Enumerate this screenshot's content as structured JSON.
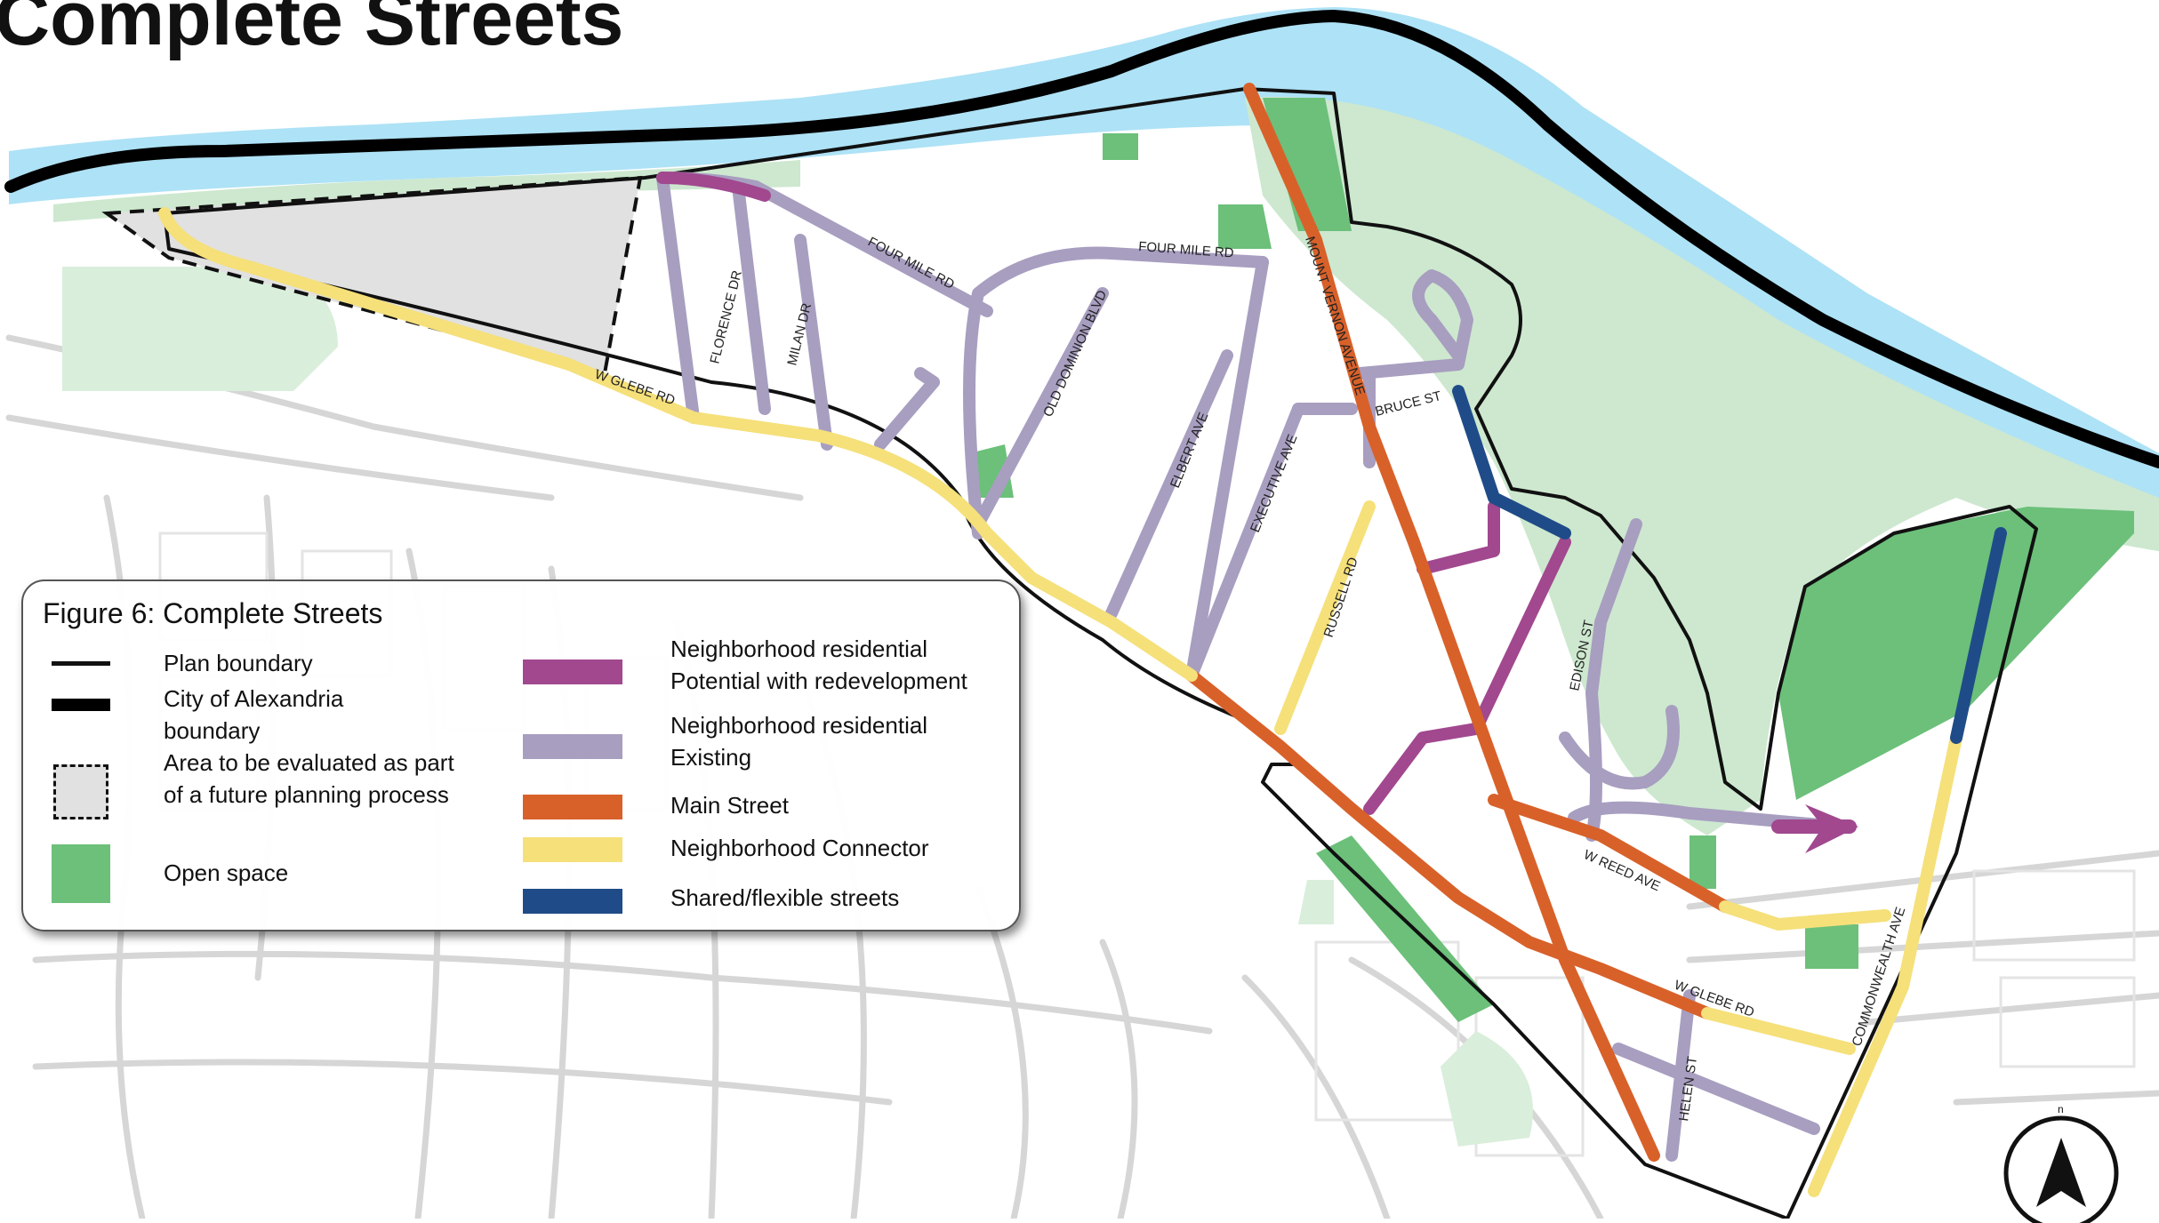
{
  "title": "Complete Streets",
  "legend": {
    "title": "Figure 6: Complete Streets",
    "items": [
      {
        "label": "Plan boundary",
        "kind": "thin-line"
      },
      {
        "label": "City of Alexandria boundary",
        "kind": "thick-line"
      },
      {
        "label": "Area to be evaluated as part of a future planning process",
        "kind": "dashed-box"
      },
      {
        "label": "Open space",
        "kind": "green-box"
      },
      {
        "label": "Neighborhood residential Potential with redevelopment",
        "kind": "bar",
        "color": "#a1488f"
      },
      {
        "label": "Neighborhood residential Existing",
        "kind": "bar",
        "color": "#a89ec0"
      },
      {
        "label": "Main Street",
        "kind": "bar",
        "color": "#d8612a"
      },
      {
        "label": "Neighborhood Connector",
        "kind": "bar",
        "color": "#f5e07a"
      },
      {
        "label": "Shared/flexible streets",
        "kind": "bar",
        "color": "#1f4c88"
      }
    ]
  },
  "streets": {
    "four_mile_rd_1": "FOUR MILE RD",
    "four_mile_rd_2": "FOUR MILE RD",
    "florence_dr": "FLORENCE DR",
    "milan_dr": "MILAN DR",
    "old_dominion_blvd": "OLD DOMINION BLVD",
    "elbert_ave": "ELBERT AVE",
    "executive_ave": "EXECUTIVE AVE",
    "mount_vernon_avenue": "MOUNT VERNON AVENUE",
    "bruce_st": "BRUCE ST",
    "russell_rd": "RUSSELL RD",
    "edison_st": "EDISON ST",
    "w_reed_ave": "W REED AVE",
    "w_glebe_rd_1": "W GLEBE RD",
    "w_glebe_rd_2": "W GLEBE RD",
    "commonwealth_ave": "COMMONWEALTH AVE",
    "helen_st": "HELEN ST"
  },
  "north_arrow": {
    "label": "n"
  },
  "colors": {
    "water": "#aee2f6",
    "open_space": "#6cc07a",
    "light_green": "#cde8cf",
    "evaluation_area": "#e1e1e1",
    "residential_potential": "#a1488f",
    "residential_existing": "#a89ec0",
    "main_street": "#d8612a",
    "connector": "#f5e07a",
    "shared": "#1f4c88"
  }
}
